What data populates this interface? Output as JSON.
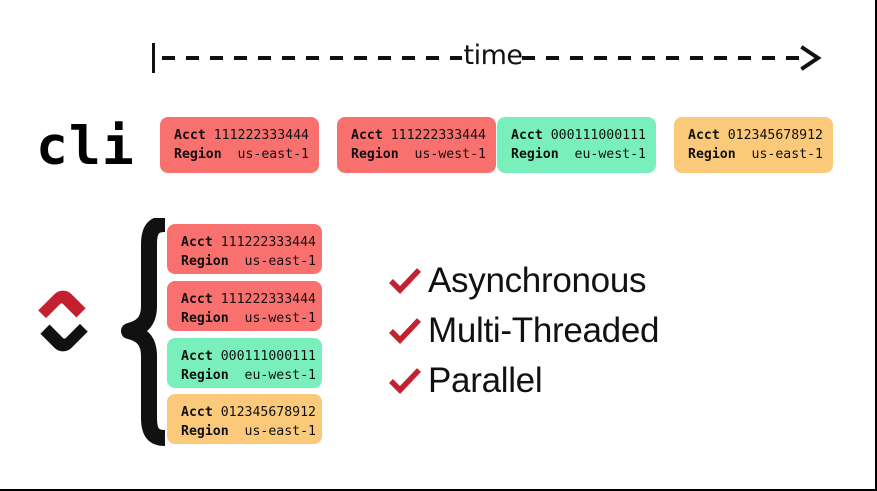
{
  "slide": {
    "background": "#ffffff",
    "border_color": "#000000"
  },
  "time_axis": {
    "label": "time",
    "arrow_icon": "arrow-right-icon",
    "tick_icon": "axis-start-tick-icon",
    "style": "dashed"
  },
  "cli": {
    "label": "cli",
    "cards": [
      {
        "acct_key": "Acct",
        "acct_value": "111222333444",
        "region_key": "Region",
        "region_value": "us-east-1",
        "color": "#F9716F",
        "color_name": "red"
      },
      {
        "acct_key": "Acct",
        "acct_value": "111222333444",
        "region_key": "Region",
        "region_value": "us-west-1",
        "color": "#F9716F",
        "color_name": "red"
      },
      {
        "acct_key": "Acct",
        "acct_value": "000111000111",
        "region_key": "Region",
        "region_value": "eu-west-1",
        "color": "#79F0BC",
        "color_name": "green"
      },
      {
        "acct_key": "Acct",
        "acct_value": "012345678912",
        "region_key": "Region",
        "region_value": "us-east-1",
        "color": "#FBC97A",
        "color_name": "orange"
      }
    ]
  },
  "sdk": {
    "logo_icon": "interlocking-links-logo",
    "logo_colors": {
      "primary": "#C3212F",
      "secondary": "#111111"
    },
    "brace_icon": "curly-brace-icon",
    "cards": [
      {
        "acct_key": "Acct",
        "acct_value": "111222333444",
        "region_key": "Region",
        "region_value": "us-east-1",
        "color": "#F9716F",
        "color_name": "red"
      },
      {
        "acct_key": "Acct",
        "acct_value": "111222333444",
        "region_key": "Region",
        "region_value": "us-west-1",
        "color": "#F9716F",
        "color_name": "red"
      },
      {
        "acct_key": "Acct",
        "acct_value": "000111000111",
        "region_key": "Region",
        "region_value": "eu-west-1",
        "color": "#79F0BC",
        "color_name": "green"
      },
      {
        "acct_key": "Acct",
        "acct_value": "012345678912",
        "region_key": "Region",
        "region_value": "us-east-1",
        "color": "#FBC97A",
        "color_name": "orange"
      }
    ]
  },
  "features": {
    "check_color": "#C3212F",
    "items": [
      {
        "label": "Asynchronous",
        "icon": "check-icon"
      },
      {
        "label": "Multi-Threaded",
        "icon": "check-icon"
      },
      {
        "label": "Parallel",
        "icon": "check-icon"
      }
    ]
  }
}
